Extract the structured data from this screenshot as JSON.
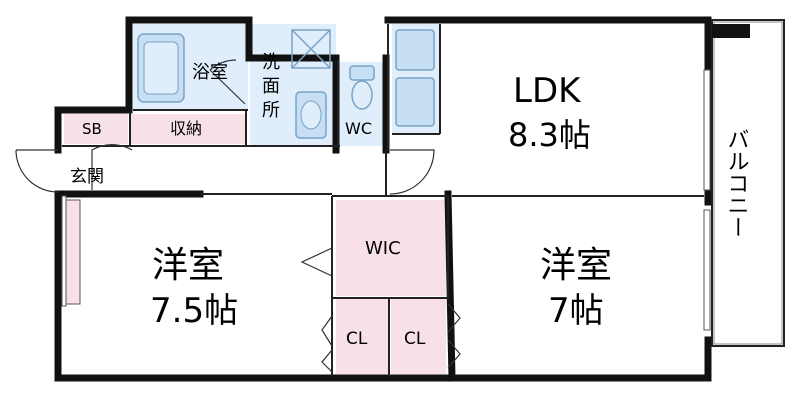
{
  "rooms": {
    "bath": "浴室",
    "washroom_lines": [
      "洗",
      "面",
      "所"
    ],
    "wc": "WC",
    "sb": "SB",
    "storage": "収納",
    "entrance": "玄関",
    "ldk_name": "LDK",
    "ldk_size": "8.3帖",
    "balcony": "バルコニー",
    "wic": "WIC",
    "west_room_name": "洋室",
    "west_room_size": "7.5帖",
    "east_room_name": "洋室",
    "east_room_size": "7帖",
    "cl_left": "CL",
    "cl_right": "CL"
  },
  "colors": {
    "wet_area": "#dfeefa",
    "pink_area": "#f7e1e7",
    "wall": "#111111",
    "fixture": "#7aa2c8"
  }
}
